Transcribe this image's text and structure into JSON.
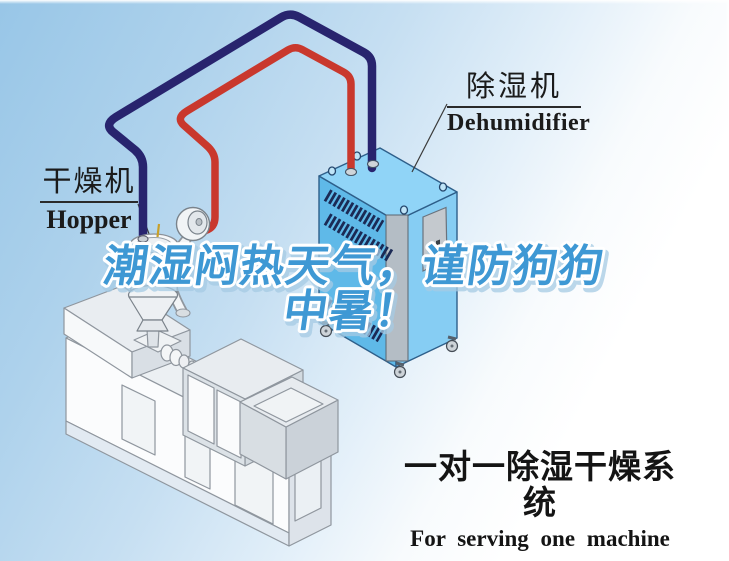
{
  "title": {
    "line1": "潮湿闷热天气，谨防狗狗",
    "line2": "中暑！",
    "color": "#3E98D4",
    "outline_color": "#FFFFFF"
  },
  "labels": {
    "dryer": {
      "zh": "干燥机",
      "en": "Hopper"
    },
    "dehumidifier": {
      "zh": "除湿机",
      "en": "Dehumidifier"
    }
  },
  "caption": {
    "zh": "一对一除湿干燥系统",
    "en": "For serving one machine"
  },
  "pipes": {
    "outlet_color": "#28246E",
    "return_color": "#C9382D"
  },
  "machines": {
    "dehumidifier_unit": {
      "body_left": "#5FB9E8",
      "body_right": "#86CDF3",
      "body_top": "#90D4F7",
      "vent_color": "#1B2A55",
      "trim_color": "#B4BDC5"
    },
    "molding_machine": {
      "fill": "#FBFCFD",
      "skirt": "#E2EAF2"
    }
  },
  "background": {
    "sky": "#98C6E7",
    "ground": "#FFFFFF"
  }
}
